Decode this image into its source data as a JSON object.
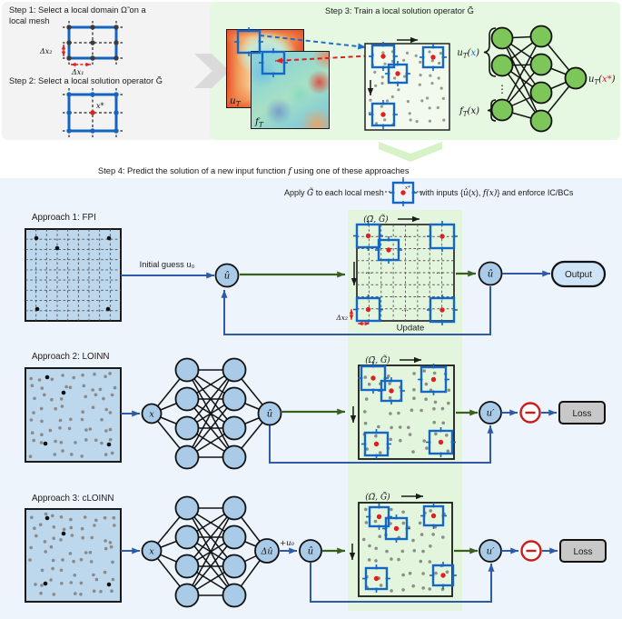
{
  "colors": {
    "mesh_blue": "#1565c0",
    "accent_red": "#e01f1f",
    "node_green": "#7cc65a",
    "node_blue": "#a9cbe8",
    "arrow_blue": "#2f5aa8",
    "arrow_green": "#3a611c",
    "panel_gray": "#f3f3f3",
    "panel_green": "#e7f8e2",
    "panel_blue": "#eef4fb",
    "strip_green": "#e3f6dd",
    "omega_label_blue": "#1f57c8"
  },
  "step1": {
    "title_line1": "Step 1: Select a local domain Ω̃ on a",
    "title_line2": "local mesh",
    "dx2": "Δx₂",
    "dx1": "Δx₁"
  },
  "step2": {
    "title": "Step 2: Select a local solution operator G̃",
    "x_star": "x*"
  },
  "step3": {
    "title": "Step 3: Train a local solution operator G̃",
    "map_u_base": "u",
    "map_u_sub": "T",
    "map_f_base": "f",
    "map_f_sub": "T",
    "nn_in_u_base": "u",
    "nn_in_u_sub": "T",
    "nn_in_u_open": "(",
    "nn_in_u_x": "x",
    "nn_in_u_close": ")",
    "nn_in_f_base": "f",
    "nn_in_f_sub": "T",
    "nn_in_f_args": "(x)",
    "nn_out_base": "u",
    "nn_out_sub": "T",
    "nn_out_open": "(",
    "nn_out_x": "x*",
    "nn_out_close": ")",
    "vdots": "⋮"
  },
  "step4": {
    "title_pre": "Step 4: Predict the solution of a new input function ",
    "title_f": "f",
    "title_post": " using one of these approaches"
  },
  "apply": {
    "pre": "Apply ",
    "g": "G̃",
    "mid": " to each local mesh",
    "x_star": "x*",
    "inputs_pre": "with inputs {",
    "u_hat": "û",
    "open_paren": "(",
    "x": "x",
    "after_x": "), ",
    "f_of_x": "f(x)",
    "post": "} and enforce IC/BCs"
  },
  "approach1": {
    "label": "Approach 1:  FPI",
    "initial_guess": "Initial guess u₀",
    "u_hat_mid": "û",
    "omega_g": "(Ω̃, G̃)",
    "ellipsis": "⋯",
    "dx2": "Δx₂",
    "update": "Update",
    "u_hat_out": "û",
    "output": "Output"
  },
  "approach2": {
    "label": "Approach 2: LOINN",
    "x": "x",
    "u_hat": "û",
    "omega_g": "(Ω̃, G̃)",
    "u_prime": "u′",
    "loss": "Loss"
  },
  "approach3": {
    "label": "Approach 3: cLOINN",
    "x": "x",
    "delta_u_hat": "Δû",
    "plus_u0": "+u₀",
    "u_hat": "û",
    "omega_g": "(Ω̃, G̃)",
    "u_prime": "u′",
    "loss": "Loss"
  }
}
